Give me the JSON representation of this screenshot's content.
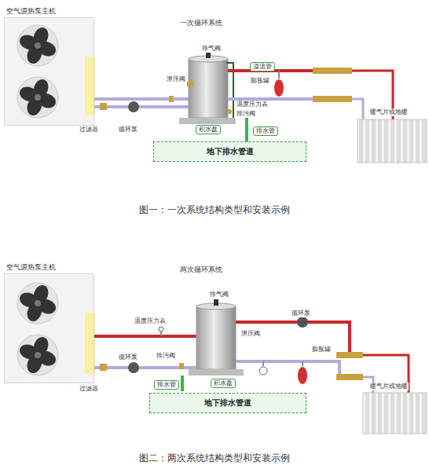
{
  "diagram": {
    "nodes": [
      {
        "text": [
          "空气源热泵主机"
        ]
      },
      {
        "text": [
          "溢流管"
        ]
      },
      {
        "text": [
          "积水盘"
        ]
      },
      {
        "text": [
          "排水管"
        ]
      },
      {
        "text": [
          "地下排水管道"
        ]
      },
      {
        "text": [
          "空气源热泵主机"
        ]
      },
      {
        "text": [
          "排水管"
        ]
      },
      {
        "text": [
          "积水盘"
        ]
      },
      {
        "text": [
          "地下排水管道"
        ]
      }
    ],
    "labels": [
      "一次循环系统",
      "排气阀",
      "泄压阀",
      "膨胀罐",
      "温度压力表",
      "排污阀",
      "过滤器",
      "循环泵",
      "暖气片或地暖",
      "图一：一次系统结构类型和安装示例",
      "两次循环系统",
      "排气阀",
      "温度压力表",
      "泄压阀",
      "循环泵",
      "排污阀",
      "循环泵",
      "膨胀罐",
      "过滤器",
      "暖气片或地暖",
      "图二：两次系统结构类型和安装示例"
    ]
  }
}
